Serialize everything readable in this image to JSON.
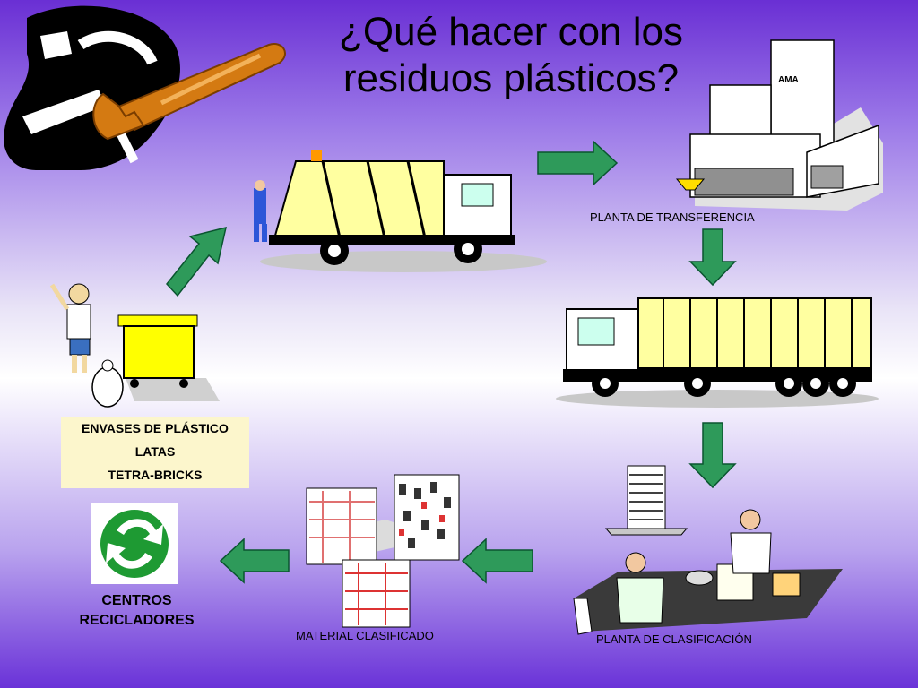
{
  "title": "¿Qué hacer con los residuos plásticos?",
  "logo_text": "AMA",
  "labels": {
    "planta_transferencia": "PLANTA DE TRANSFERENCIA",
    "planta_clasificacion": "PLANTA DE CLASIFICACIÓN",
    "material_clasificado": "MATERIAL CLASIFICADO",
    "centros_line1": "CENTROS",
    "centros_line2": "RECICLADORES"
  },
  "waste_box": [
    "ENVASES DE PLÁSTICO",
    "LATAS",
    "TETRA-BRICKS"
  ],
  "colors": {
    "arrow": "#2e9a5a",
    "container": "#ffff00",
    "truck_box": "#ffffa0",
    "wrench": "#e08a1e",
    "recycle": "#22a033"
  }
}
